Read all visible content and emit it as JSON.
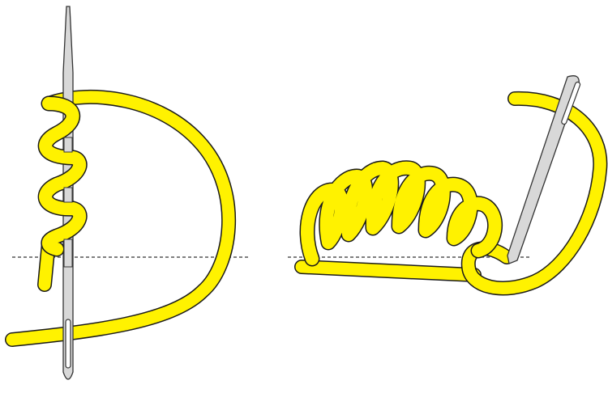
{
  "diagram": {
    "panels": [
      {
        "name": "left-panel",
        "stage": "wrapped-around-needle"
      },
      {
        "name": "right-panel",
        "stage": "pulled-through-coil"
      }
    ],
    "colors": {
      "thread": "#FFF200",
      "outline": "#1a1a1a",
      "needle": "#D8D8D8",
      "needle_outline": "#333333",
      "guide_line": "#333333",
      "background": "#FFFFFF"
    },
    "icons": [
      "needle-icon",
      "thread-icon",
      "guide-line"
    ]
  }
}
